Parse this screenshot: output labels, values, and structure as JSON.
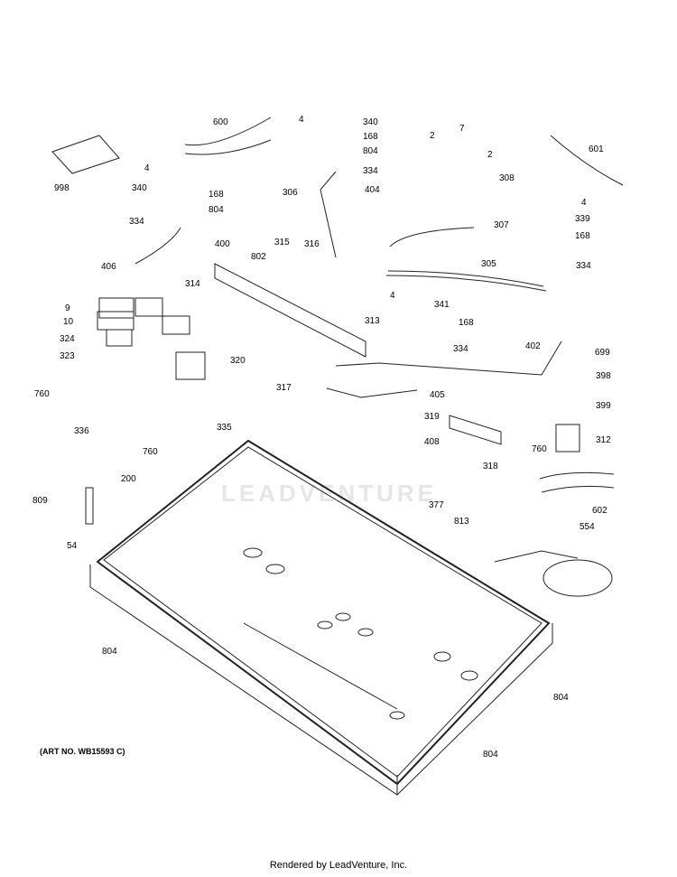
{
  "watermark": "LEADVENTURE",
  "art_number": "(ART NO. WB15593 C)",
  "footer": "Rendered by LeadVenture, Inc.",
  "labels": [
    "998",
    "600",
    "4",
    "340",
    "334",
    "406",
    "9",
    "10",
    "324",
    "323",
    "760",
    "336",
    "314",
    "400",
    "802",
    "315",
    "316",
    "320",
    "317",
    "306",
    "4",
    "340",
    "168",
    "804",
    "334",
    "404",
    "2",
    "7",
    "2",
    "308",
    "307",
    "313",
    "305",
    "601",
    "4",
    "339",
    "168",
    "334",
    "4",
    "341",
    "168",
    "334",
    "402",
    "699",
    "398",
    "399",
    "312",
    "405",
    "319",
    "408",
    "318",
    "760",
    "335",
    "760",
    "200",
    "809",
    "54",
    "377",
    "813",
    "554",
    "602",
    "804",
    "804",
    "804",
    "168",
    "804"
  ],
  "colors": {
    "line": "#222222",
    "fill": "#ffffff"
  }
}
